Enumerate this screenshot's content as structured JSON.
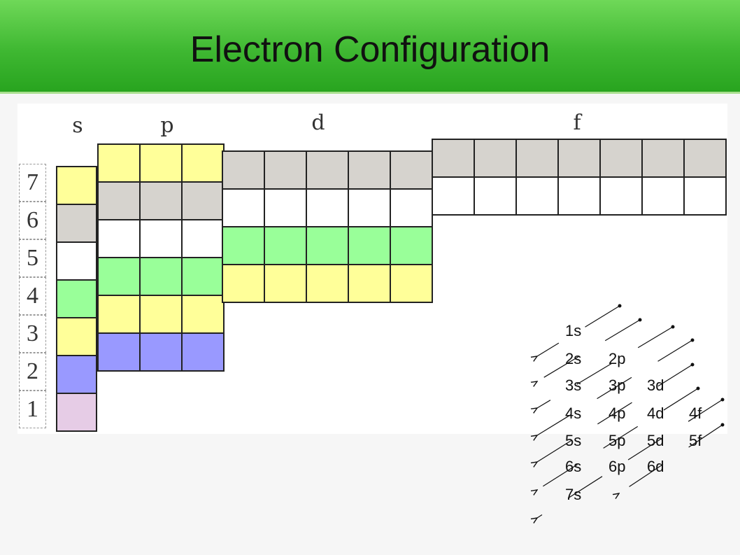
{
  "title": "Electron Configuration",
  "block_labels": {
    "s": "s",
    "p": "p",
    "d": "d",
    "f": "f"
  },
  "periods": [
    "7",
    "6",
    "5",
    "4",
    "3",
    "2",
    "1"
  ],
  "colors": {
    "yellow": "#ffff99",
    "gray": "#d6d3ce",
    "white": "#ffffff",
    "green": "#99ff99",
    "blue": "#9999ff",
    "pink": "#e6cce6",
    "title_bar": "#3fb832"
  },
  "blocks": {
    "s_rows": [
      "yellow",
      "gray",
      "white",
      "green",
      "yellow",
      "blue",
      "pink"
    ],
    "p_rows": [
      "yellow",
      "gray",
      "white",
      "green",
      "yellow",
      "blue"
    ],
    "d_rows": [
      "gray",
      "white",
      "green",
      "yellow"
    ],
    "f_rows": [
      "gray",
      "white"
    ]
  },
  "aufbau": [
    [
      "1s"
    ],
    [
      "2s",
      "2p"
    ],
    [
      "3s",
      "3p",
      "3d"
    ],
    [
      "4s",
      "4p",
      "4d",
      "4f"
    ],
    [
      "5s",
      "5p",
      "5d",
      "5f"
    ],
    [
      "6s",
      "6p",
      "6d"
    ],
    [
      "7s"
    ]
  ]
}
